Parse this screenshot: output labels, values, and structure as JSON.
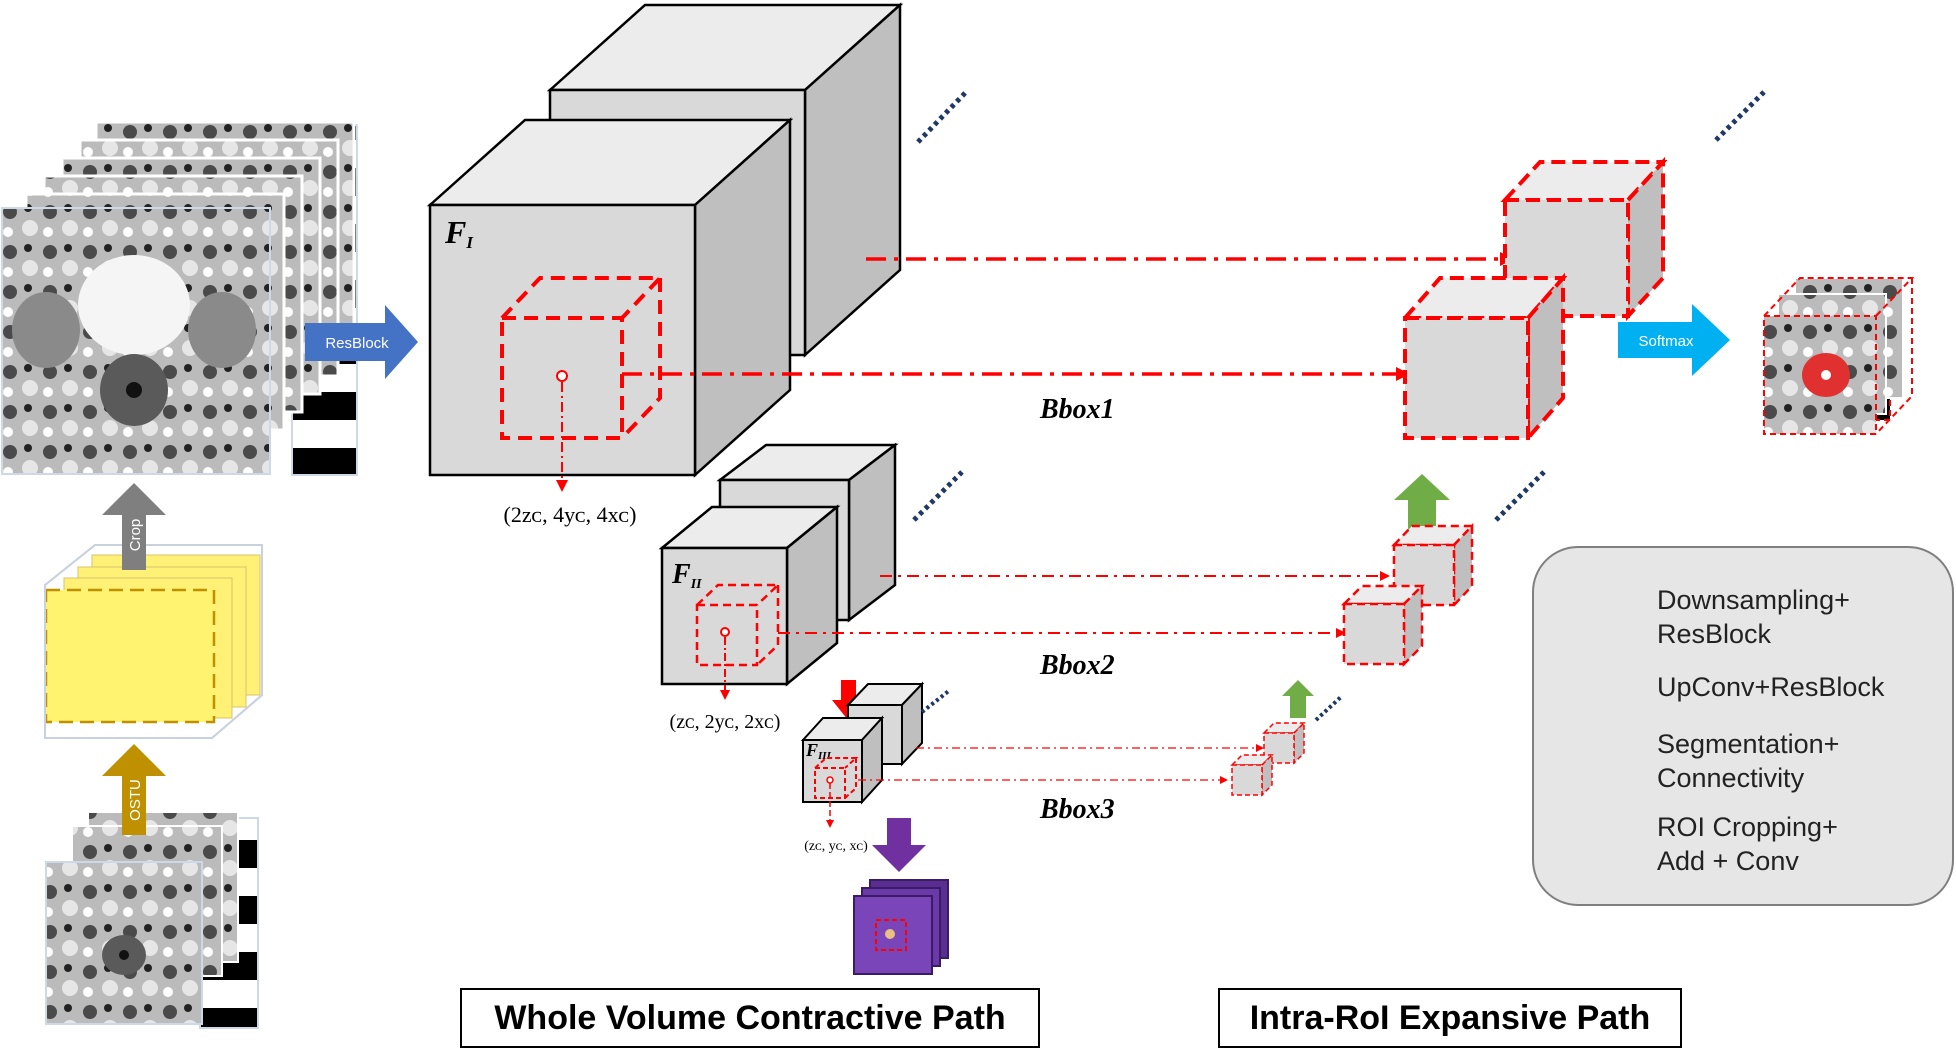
{
  "arrows": {
    "resblock": "ResBlock",
    "crop": "Crop",
    "ostu": "OSTU",
    "softmax": "Softmax"
  },
  "features": {
    "f1": "F",
    "f1_sub": "I",
    "f2": "F",
    "f2_sub": "II",
    "f3": "F",
    "f3_sub": "III"
  },
  "coords": {
    "c1": "(2zᴄ, 4yᴄ, 4xᴄ)",
    "c2": "(zᴄ, 2yᴄ, 2xᴄ)",
    "c3": "(zᴄ, yᴄ, xᴄ)"
  },
  "bboxes": {
    "b1": "Bbox1",
    "b2": "Bbox2",
    "b3": "Bbox3"
  },
  "legend": {
    "items": [
      "Downsampling+\nResBlock",
      "UpConv+ResBlock",
      "Segmentation+\nConnectivity",
      "ROI Cropping+\nAdd + Conv"
    ]
  },
  "paths": {
    "contractive": "Whole Volume Contractive Path",
    "expansive": "Intra-RoI Expansive Path"
  },
  "colors": {
    "red": "#ff0000",
    "green": "#70ad47",
    "purple": "#7030a0",
    "blue": "#4472c4",
    "cyan": "#00b0f0",
    "gold": "#bf9000",
    "gray_arrow": "#7f7f7f",
    "cube_face": "#d9d9d9",
    "cube_side": "#bfbfbf",
    "navy_dots": "#1f3864"
  }
}
